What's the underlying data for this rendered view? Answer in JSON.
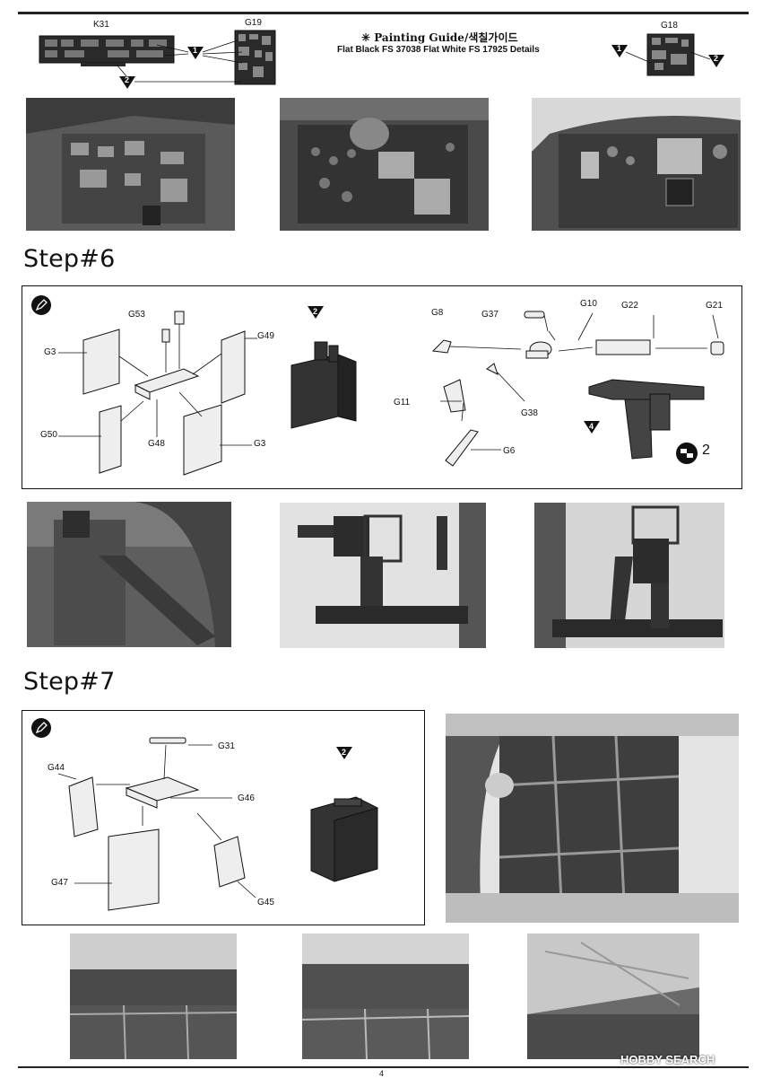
{
  "painting_guide": {
    "title": "✳ Painting Guide/색칠가이드",
    "colors": "Flat Black FS 37038  Flat White FS 17925 Details",
    "markers": [
      "1",
      "2"
    ]
  },
  "panels": {
    "k31": "K31",
    "g19": "G19",
    "g18": "G18"
  },
  "step6": {
    "title": "Step#6",
    "labels": {
      "g53": "G53",
      "g3a": "G3",
      "g49": "G49",
      "g50": "G50",
      "g48": "G48",
      "g3b": "G3",
      "g8": "G8",
      "g37": "G37",
      "g10": "G10",
      "g22": "G22",
      "g21": "G21",
      "g11": "G11",
      "g38": "G38",
      "g6": "G6"
    },
    "marker_box": "2",
    "marker_gun": "4",
    "repeat_count": "2"
  },
  "step7": {
    "title": "Step#7",
    "labels": {
      "g31": "G31",
      "g44": "G44",
      "g46": "G46",
      "g47": "G47",
      "g45": "G45"
    },
    "marker_box": "2"
  },
  "footer": {
    "page_number": "4",
    "watermark": "HOBBY SEARCH"
  }
}
